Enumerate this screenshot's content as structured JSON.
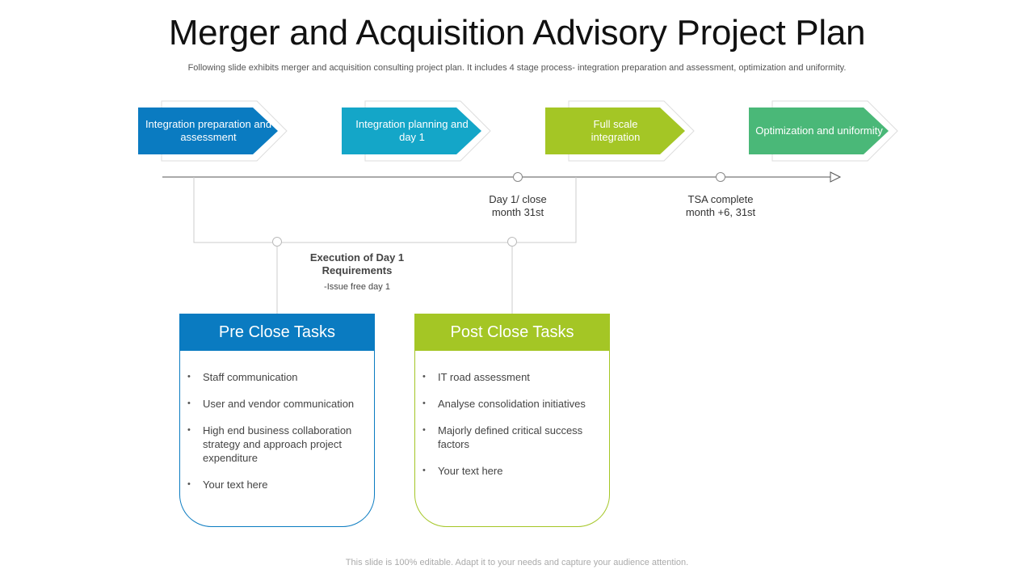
{
  "title": "Merger and Acquisition Advisory Project Plan",
  "subtitle": "Following slide exhibits merger and acquisition consulting project plan. It includes 4 stage process- integration preparation and assessment, optimization and uniformity.",
  "stages": [
    {
      "label": "Integration preparation and assessment",
      "color": "#0a7bc1"
    },
    {
      "label": "Integration planning and day 1",
      "color": "#14a6c8"
    },
    {
      "label": "Full scale integration",
      "color": "#a4c625"
    },
    {
      "label": "Optimization and uniformity",
      "color": "#4ab878"
    }
  ],
  "milestones": [
    {
      "label": "Day 1/ close month 31st"
    },
    {
      "label": "TSA complete month +6, 31st"
    }
  ],
  "execution": {
    "title": "Execution of Day 1 Requirements",
    "subtitle": "-Issue free day 1"
  },
  "pre_close": {
    "title": "Pre Close Tasks",
    "color": "#0a7bc1",
    "items": [
      "Staff communication",
      "User and vendor communication",
      "High end business collaboration strategy and approach project expenditure",
      "Your text here"
    ]
  },
  "post_close": {
    "title": "Post Close Tasks",
    "color": "#a4c625",
    "items": [
      "IT road assessment",
      "Analyse consolidation initiatives",
      "Majorly defined critical success factors",
      "Your text here"
    ]
  },
  "footer": "This slide is 100% editable. Adapt it to your needs and capture your audience attention."
}
